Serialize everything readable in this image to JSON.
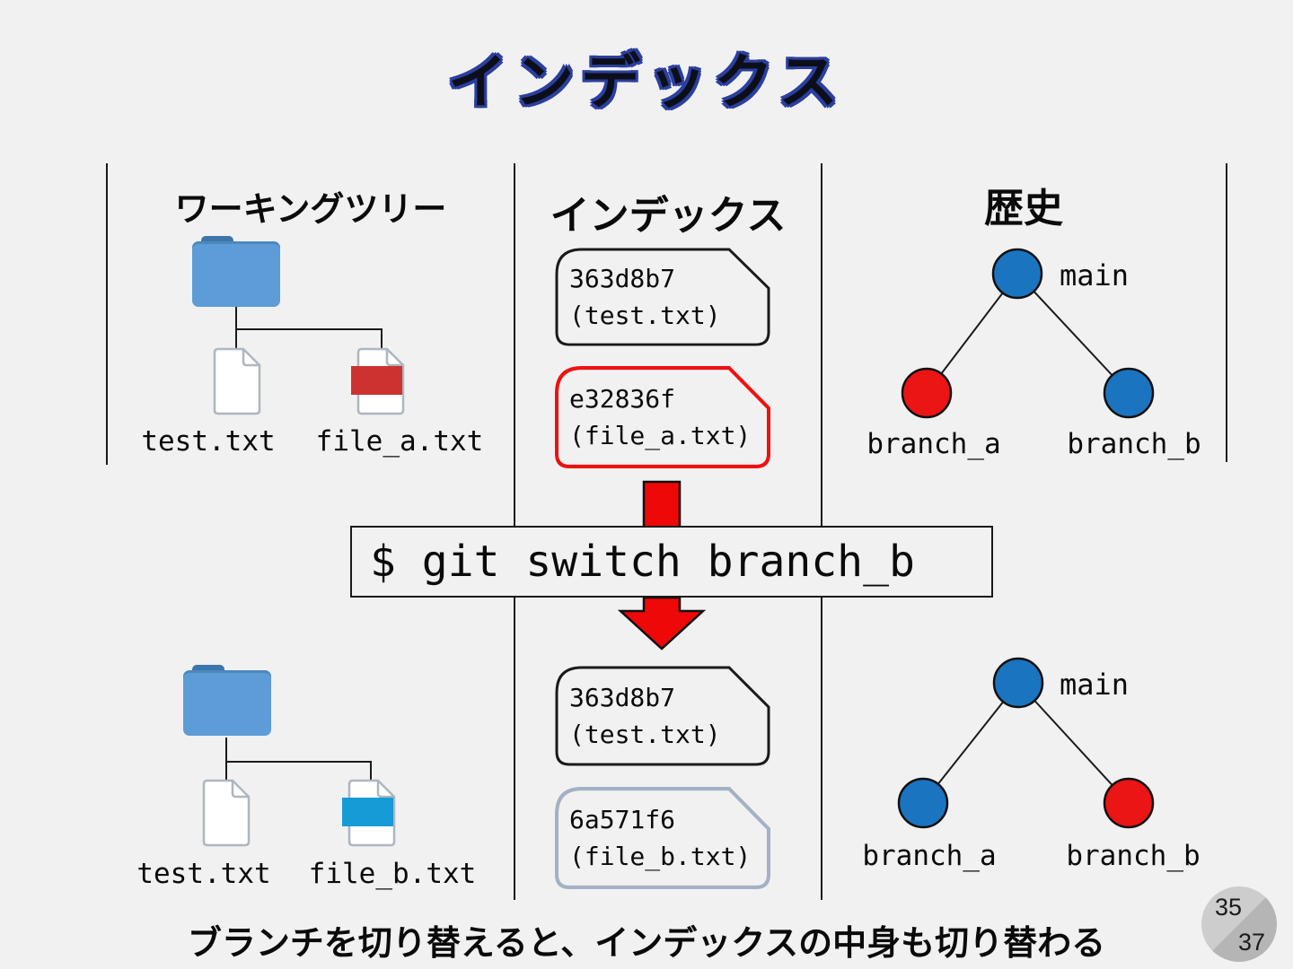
{
  "title": "インデックス",
  "headers": {
    "working_tree": "ワーキングツリー",
    "index": "インデックス",
    "history": "歴史"
  },
  "top": {
    "working_tree": {
      "files": [
        {
          "name": "test.txt"
        },
        {
          "name": "file_a.txt"
        }
      ]
    },
    "index": {
      "blobs": [
        {
          "hash": "363d8b7",
          "file": "(test.txt)"
        },
        {
          "hash": "e32836f",
          "file": "(file_a.txt)"
        }
      ]
    },
    "history": {
      "main": "main",
      "branch_a": "branch_a",
      "branch_b": "branch_b"
    }
  },
  "command": "$ git switch branch_b",
  "bottom": {
    "working_tree": {
      "files": [
        {
          "name": "test.txt"
        },
        {
          "name": "file_b.txt"
        }
      ]
    },
    "index": {
      "blobs": [
        {
          "hash": "363d8b7",
          "file": "(test.txt)"
        },
        {
          "hash": "6a571f6",
          "file": "(file_b.txt)"
        }
      ]
    },
    "history": {
      "main": "main",
      "branch_a": "branch_a",
      "branch_b": "branch_b"
    }
  },
  "caption": "ブランチを切り替えると、インデックスの中身も切り替わる",
  "page": {
    "current": "35",
    "total": "37"
  },
  "colors": {
    "node_blue": "#1b74c0",
    "node_red": "#ec1515",
    "blob_highlight_red": "#ee1111",
    "blob_highlight_gray": "#a3b1c4",
    "folder_blue": "#5d9cd6",
    "stripe_red": "#cc3230",
    "stripe_blue": "#169bd7",
    "arrow_red": "#ee0808"
  }
}
